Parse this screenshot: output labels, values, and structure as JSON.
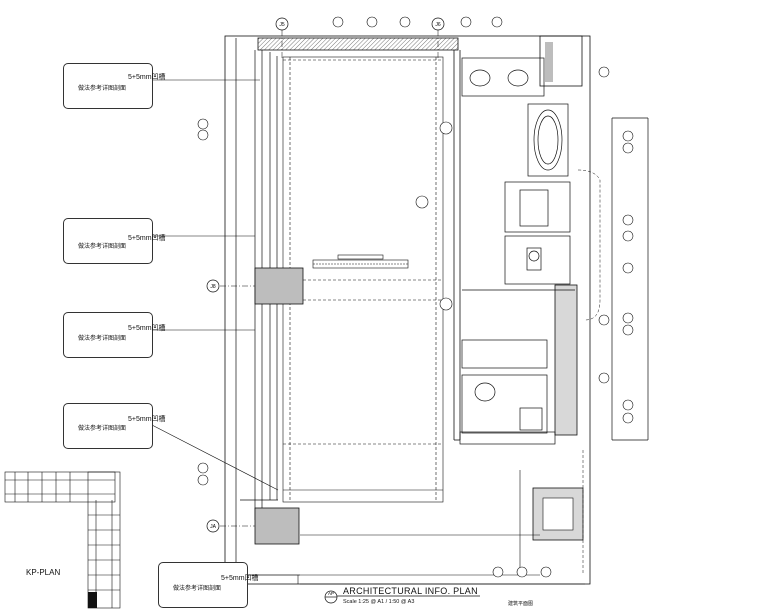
{
  "grid_labels": {
    "j5": "J5",
    "j6": "J6",
    "j8": "J8",
    "ja": "JA"
  },
  "notes": [
    {
      "line1": "5+5mm凹槽",
      "line2": "做法参考详图剖面"
    },
    {
      "line1": "5+5mm凹槽",
      "line2": "做法参考详图剖面"
    },
    {
      "line1": "5+5mm凹槽",
      "line2": "做法参考详图剖面"
    },
    {
      "line1": "5+5mm凹槽",
      "line2": "做法参考详图剖面"
    },
    {
      "line1": "5+5mm凹槽",
      "line2": "做法参考详图剖面"
    }
  ],
  "kp_label": "KP-PLAN",
  "title_block": {
    "title": "ARCHITECTURAL INFO. PLAN",
    "scale": "Scale 1:25 @ A1 / 1:50 @ A3",
    "sheet_name": "建筑平面图",
    "ref_tag": "AP"
  },
  "colors": {
    "line": "#111111",
    "fill_grey": "#bdbdbd",
    "hatch": "#555555"
  }
}
